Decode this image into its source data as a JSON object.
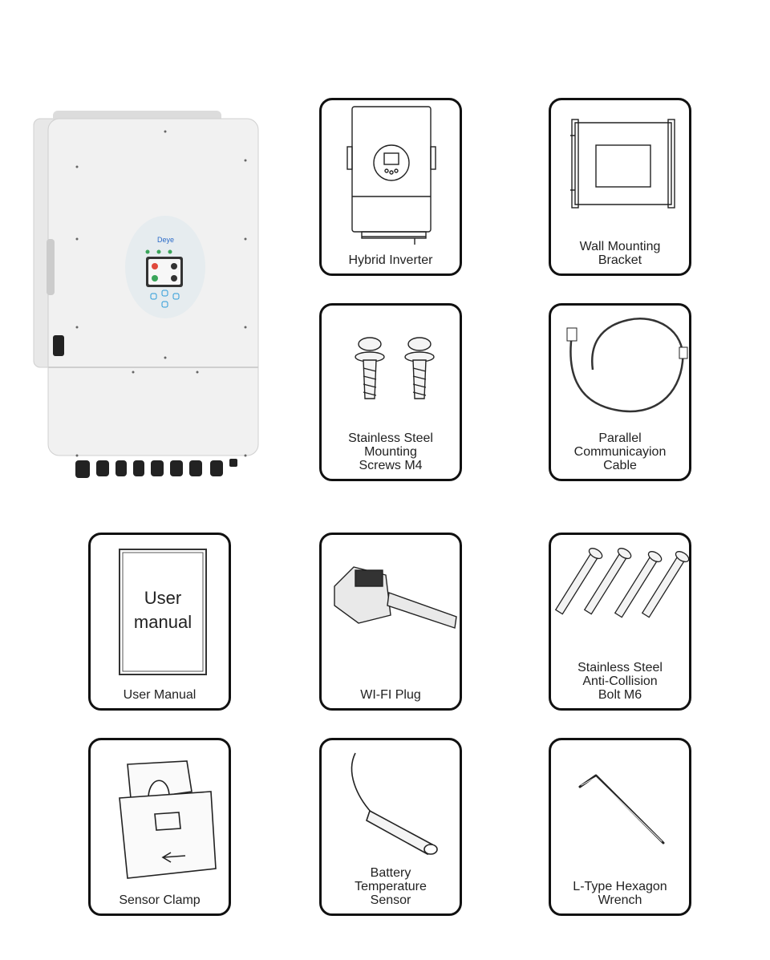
{
  "hero": {
    "brand": "Deye"
  },
  "items": [
    {
      "name": "hybrid-inverter",
      "label": "Hybrid Inverter",
      "icon": "inverter-icon"
    },
    {
      "name": "wall-mounting-bracket",
      "label": "Wall Mounting\nBracket",
      "icon": "bracket-icon"
    },
    {
      "name": "mounting-screws",
      "label": "Stainless Steel\nMounting\nScrews M4",
      "icon": "screws-icon"
    },
    {
      "name": "parallel-cable",
      "label": "Parallel\nCommunicayion\nCable",
      "icon": "cable-icon"
    },
    {
      "name": "user-manual",
      "label": "User Manual",
      "icon": "manual-icon",
      "art_text": [
        "User",
        "manual"
      ]
    },
    {
      "name": "wifi-plug",
      "label": "WI-FI Plug",
      "icon": "wifi-plug-icon"
    },
    {
      "name": "anti-collision-bolt",
      "label": "Stainless Steel\nAnti-Collision\nBolt M6",
      "icon": "bolt-icon"
    },
    {
      "name": "sensor-clamp",
      "label": "Sensor Clamp",
      "icon": "sensor-clamp-icon"
    },
    {
      "name": "battery-temp-sensor",
      "label": "Battery\nTemperature\nSensor",
      "icon": "temp-sensor-icon"
    },
    {
      "name": "hex-wrench",
      "label": "L-Type Hexagon\nWrench",
      "icon": "hex-wrench-icon"
    }
  ]
}
